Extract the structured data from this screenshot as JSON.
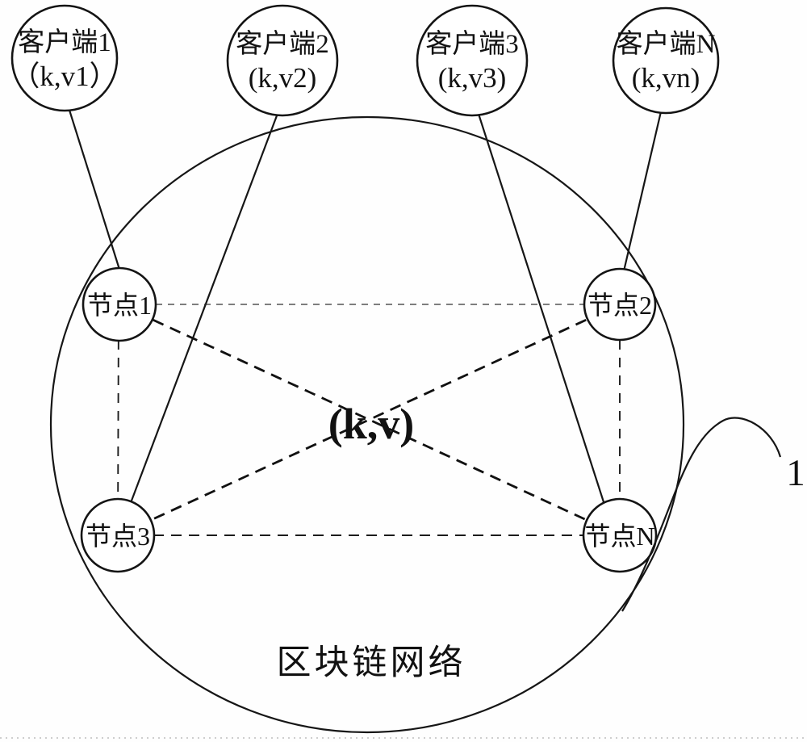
{
  "diagram": {
    "title_hint": "区块链网络客户端拓扑图",
    "figure_label": "1",
    "network_label": "区块链网络",
    "center_kv": "(k,v)",
    "clients": [
      {
        "id": "client-1",
        "name": "客户端1",
        "kv": "（k,v1）"
      },
      {
        "id": "client-2",
        "name": "客户端2",
        "kv": "(k,v2)"
      },
      {
        "id": "client-3",
        "name": "客户端3",
        "kv": "(k,v3)"
      },
      {
        "id": "client-n",
        "name": "客户端N",
        "kv": "(k,vn)"
      }
    ],
    "nodes": [
      {
        "id": "node-1",
        "name": "节点1"
      },
      {
        "id": "node-2",
        "name": "节点2"
      },
      {
        "id": "node-3",
        "name": "节点3"
      },
      {
        "id": "node-n",
        "name": "节点N"
      }
    ],
    "edges": {
      "client_links": [
        "client-1 -> node-1",
        "client-2 -> node-3",
        "client-3 -> node-n",
        "client-n -> node-2"
      ],
      "node_mesh": [
        "node-1 -- node-2",
        "node-3 -- node-n",
        "node-1 -- node-3",
        "node-2 -- node-n",
        "node-1 -- node-n",
        "node-2 -- node-3"
      ]
    },
    "colors": {
      "ink": "#141414",
      "background": "#ffffff"
    }
  }
}
